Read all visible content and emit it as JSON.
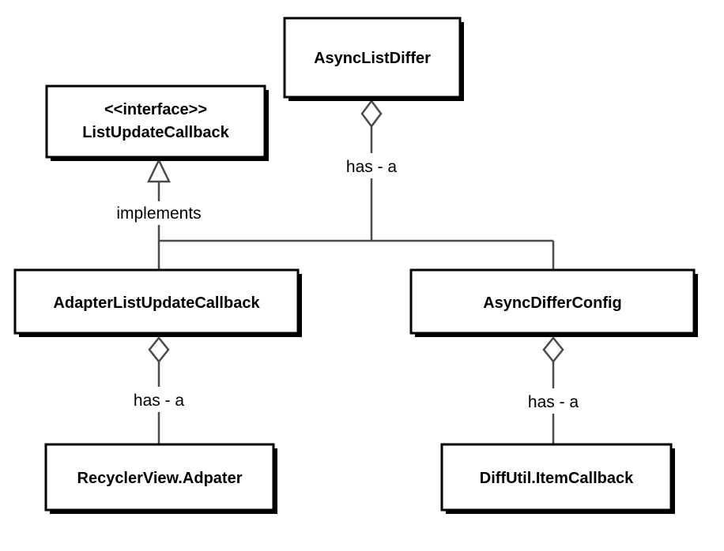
{
  "classes": {
    "async_list_differ": "AsyncListDiffer",
    "list_update_callback_stereotype": "<<interface>>",
    "list_update_callback": "ListUpdateCallback",
    "adapter_list_update_callback": "AdapterListUpdateCallback",
    "async_differ_config": "AsyncDifferConfig",
    "recycler_view_adapter": "RecyclerView.Adpater",
    "diff_util_item_callback": "DiffUtil.ItemCallback"
  },
  "relations": {
    "differ_has_a": "has - a",
    "implements": "implements",
    "adapter_has_a": "has - a",
    "config_has_a": "has - a"
  }
}
